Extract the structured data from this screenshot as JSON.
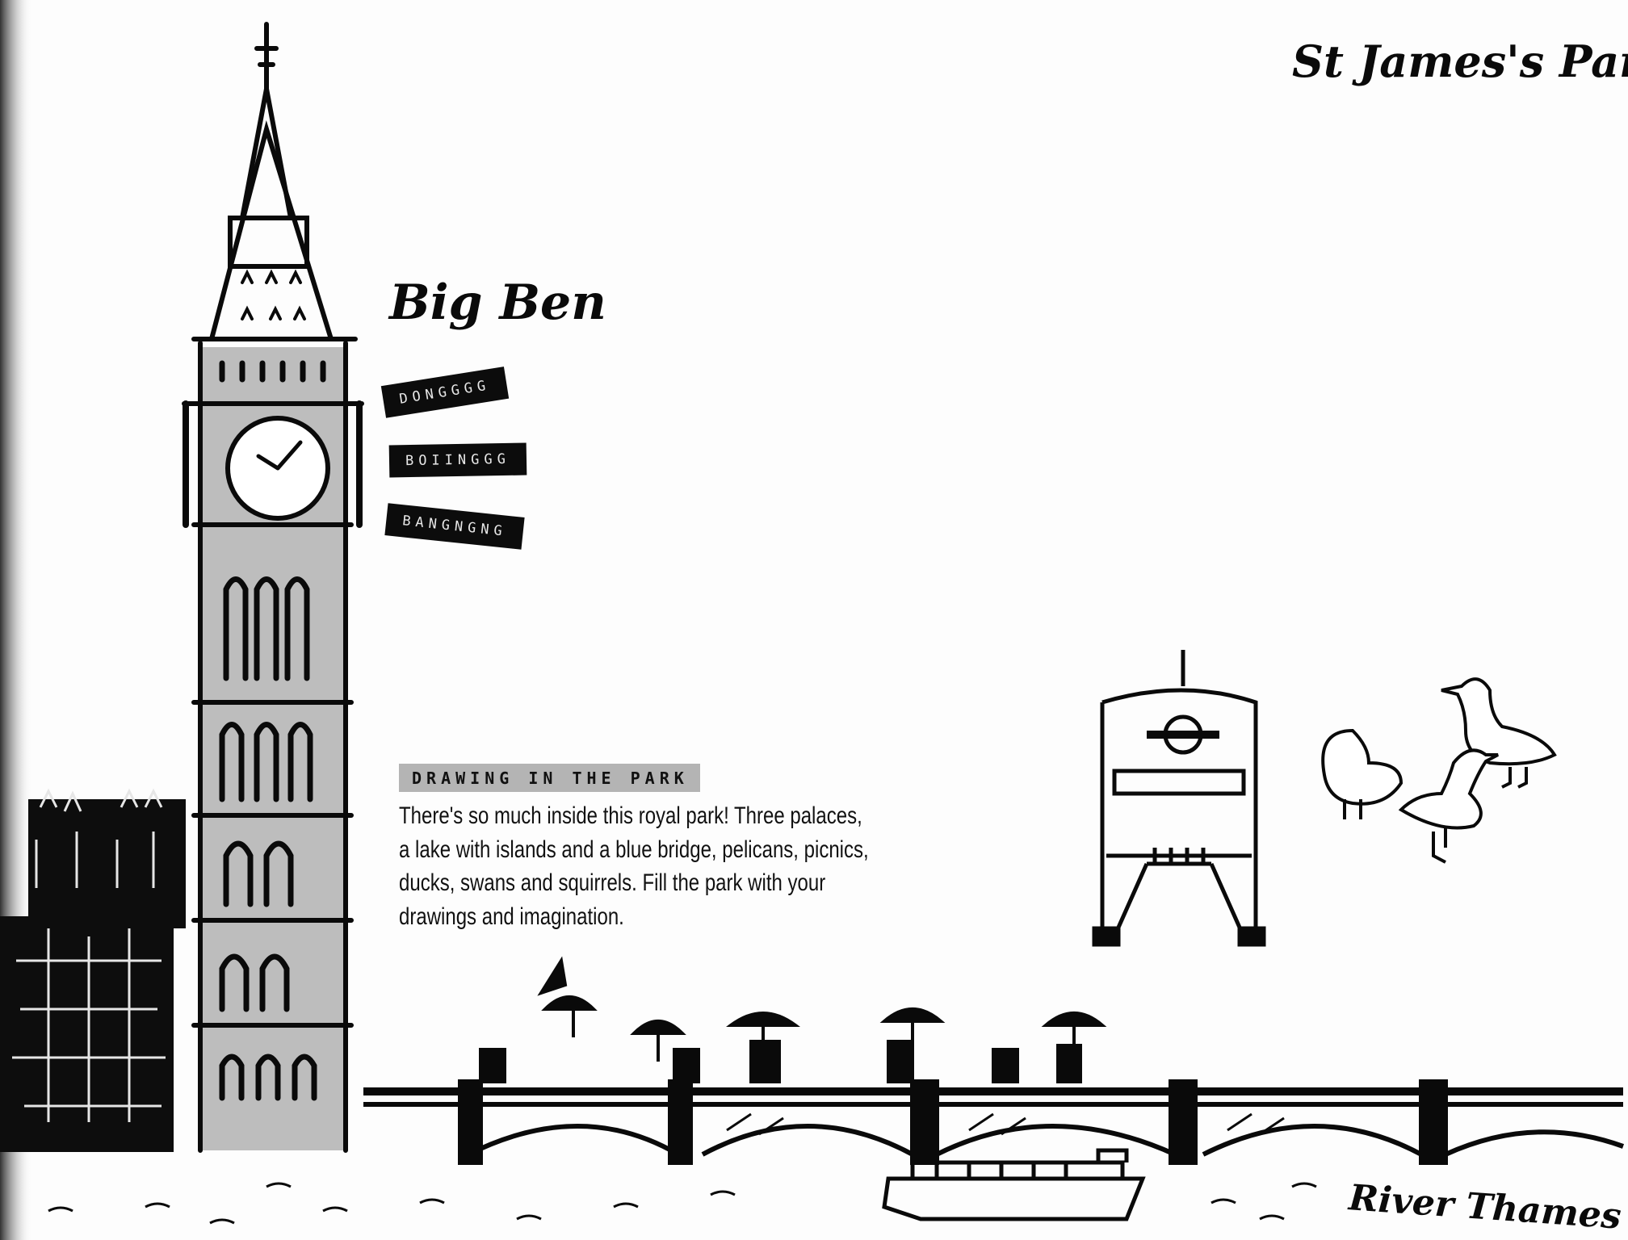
{
  "titles": {
    "park": "St James's Park",
    "tower": "Big Ben",
    "river": "River Thames"
  },
  "chime_labels": [
    "DONGGGG",
    "BOIINGGG",
    "BANGNGNG"
  ],
  "section": {
    "label": "DRAWING IN THE PARK",
    "lines": [
      "There's so much inside this royal park! Three palaces,",
      "a lake with islands and a blue bridge, pelicans, picnics,",
      "ducks, swans and squirrels. Fill the park with your",
      "drawings and imagination."
    ]
  },
  "colors": {
    "ink": "#0a0a0a",
    "tower_fill": "#bdbdbd",
    "label_tape": "#0c0c0c",
    "section_tape": "#b4b4b4"
  },
  "illustrations": [
    "big-ben",
    "parliament-building",
    "westminster-bridge",
    "umbrella-crowd",
    "underground-station",
    "ducks",
    "river-boat"
  ]
}
